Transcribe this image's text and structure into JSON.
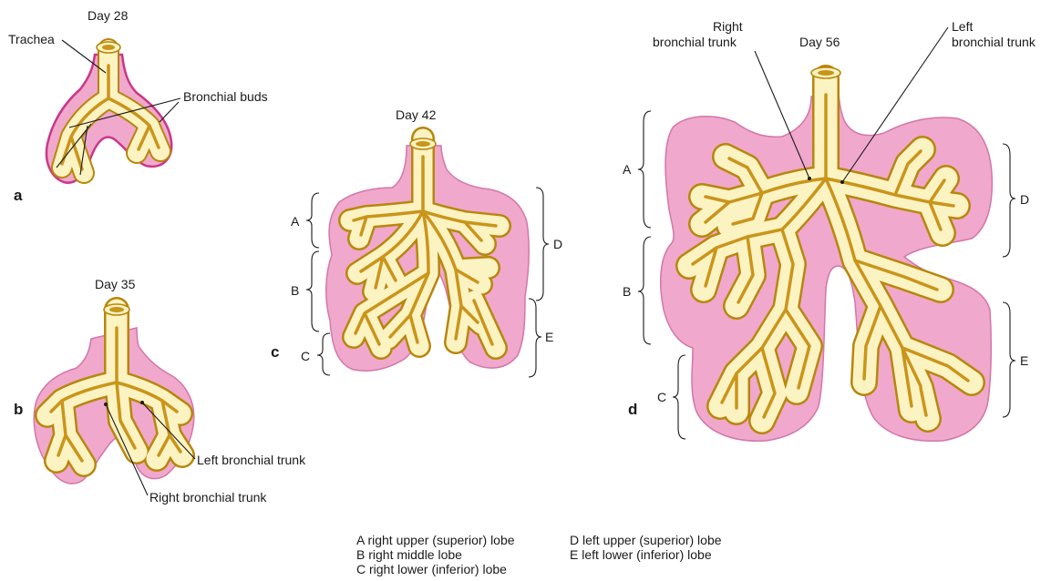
{
  "panels": {
    "a": {
      "letter": "a",
      "day": "Day 28",
      "trachea_label": "Trachea",
      "buds_label": "Bronchial buds"
    },
    "b": {
      "letter": "b",
      "day": "Day 35",
      "left_trunk_label": "Left bronchial trunk",
      "right_trunk_label": "Right bronchial trunk"
    },
    "c": {
      "letter": "c",
      "day": "Day 42",
      "lobes": {
        "A": "A",
        "B": "B",
        "C": "C",
        "D": "D",
        "E": "E"
      }
    },
    "d": {
      "letter": "d",
      "day": "Day 56",
      "right_trunk_label_1": "Right",
      "right_trunk_label_2": "bronchial trunk",
      "left_trunk_label_1": "Left",
      "left_trunk_label_2": "bronchial trunk",
      "lobes": {
        "A": "A",
        "B": "B",
        "C": "C",
        "D": "D",
        "E": "E"
      }
    }
  },
  "legend": {
    "A": "A  right upper (superior) lobe",
    "B": "B  right middle lobe",
    "C": "C  right lower (inferior) lobe",
    "D": "D  left upper (superior) lobe",
    "E": "E  left lower (inferior) lobe"
  },
  "colors": {
    "mesenchyme": "#f0a8cc",
    "mesenchyme_edge": "#c8388a",
    "epithelium": "#fcf3c2",
    "epithelium_edge": "#b8860b"
  }
}
